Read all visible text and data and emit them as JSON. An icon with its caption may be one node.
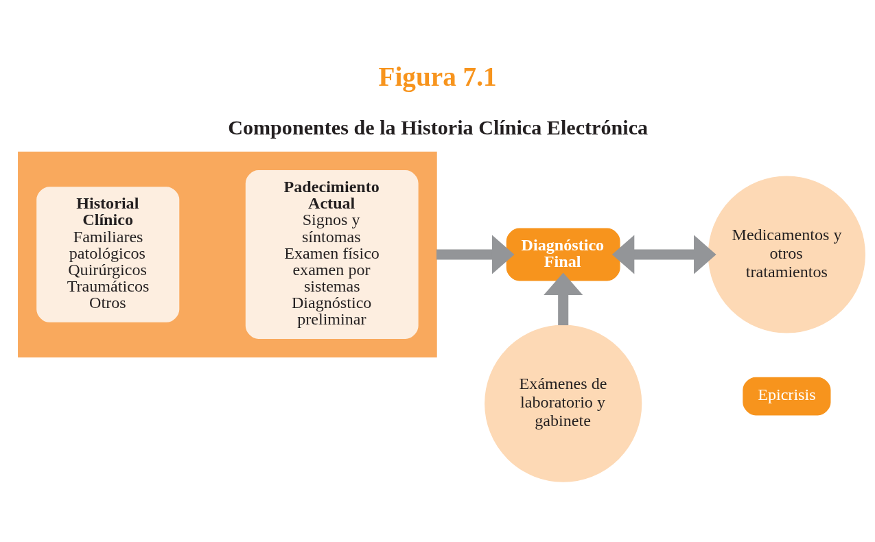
{
  "diagram": {
    "title": "Figura 7.1",
    "nodes": [
      {
        "text": [],
        "shape": "box"
      },
      {
        "text": [
          "Historial Clínico",
          "Familiares patológicos",
          "Quirúrgicos",
          "Traumáticos",
          "Otros"
        ],
        "in": 0
      },
      {
        "text": [
          "Padecimiento Actual",
          "Signos y síntomas",
          "Examen físico",
          "examen por sistemas",
          "Diagnóstico preliminar"
        ],
        "in": 0
      },
      {
        "text": [
          "Diagnóstico Final"
        ]
      },
      {
        "text": [
          "Medicamentos y otros tratamientos"
        ]
      },
      {
        "text": [
          "Exámenes de laboratorio y gabinete"
        ]
      },
      {
        "text": [
          "Epicrisis"
        ]
      }
    ],
    "edges": [
      {
        "from": 0,
        "to": 3,
        "arrow": "to"
      },
      {
        "from": 3,
        "to": 4,
        "arrow": "both"
      },
      {
        "from": 5,
        "to": 3,
        "arrow": "to"
      }
    ],
    "labels": [
      "Componentes de la Historia Clínica Electrónica"
    ]
  }
}
